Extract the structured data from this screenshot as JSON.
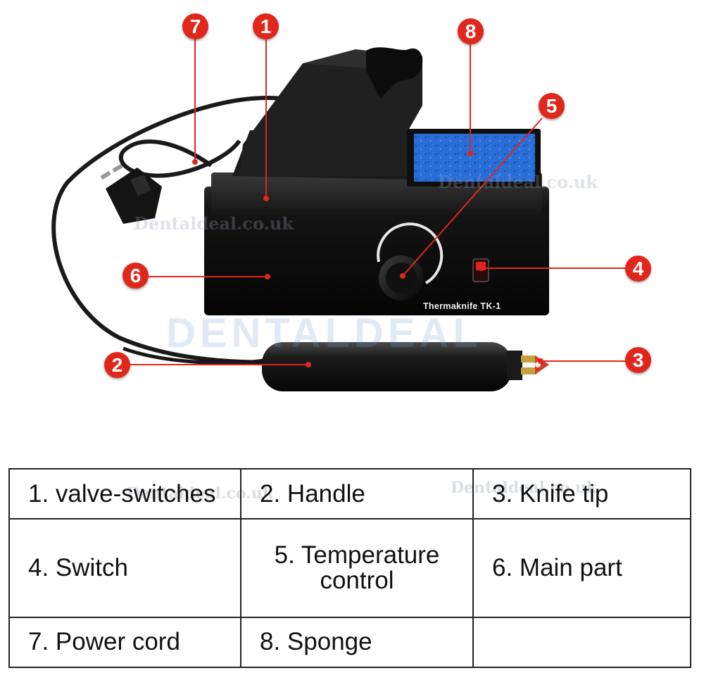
{
  "diagram": {
    "product_label": "Thermaknife TK-1",
    "watermarks": [
      "DENTALDEAL",
      "Dentaldeal.co.uk",
      "Dentaldeal.co.uk",
      "Dentaldeal.co.uk",
      "Dentaldeal.co.uk"
    ],
    "callouts": [
      "1",
      "2",
      "3",
      "4",
      "5",
      "6",
      "7",
      "8"
    ],
    "colors": {
      "callout": "#e1261c",
      "device_body": "#111111",
      "sponge": "#2a6fd8",
      "background": "#ffffff"
    }
  },
  "legend": {
    "rows": [
      [
        "1. valve-switches",
        "2. Handle",
        "3. Knife tip"
      ],
      [
        "4. Switch",
        "5. Temperature control",
        "6. Main part"
      ],
      [
        "7. Power cord",
        "8. Sponge",
        ""
      ]
    ],
    "cell_5_lines": [
      "5. Temperature",
      "control"
    ]
  }
}
